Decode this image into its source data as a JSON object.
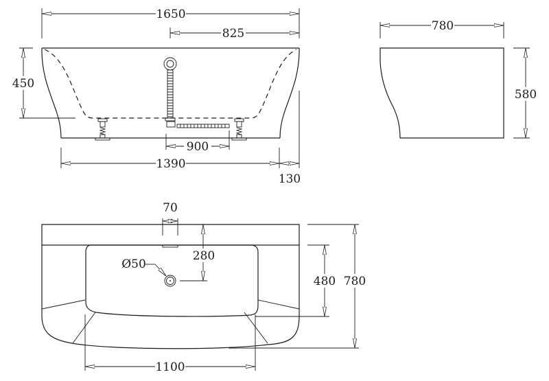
{
  "drawing": {
    "units": "mm",
    "front_view": {
      "overall_length": "1650",
      "half_length": "825",
      "interior_depth": "450",
      "base_length": "1390",
      "feet_spacing": "900",
      "base_offset": "130"
    },
    "side_view": {
      "width": "780",
      "height": "580"
    },
    "top_view": {
      "overflow_width": "70",
      "drain_offset": "280",
      "drain_diameter": "Ø50",
      "inner_depth": "480",
      "overall_width": "780",
      "inner_length": "1100"
    },
    "colors": {
      "line": "#1a1a1a",
      "background": "#ffffff"
    }
  }
}
